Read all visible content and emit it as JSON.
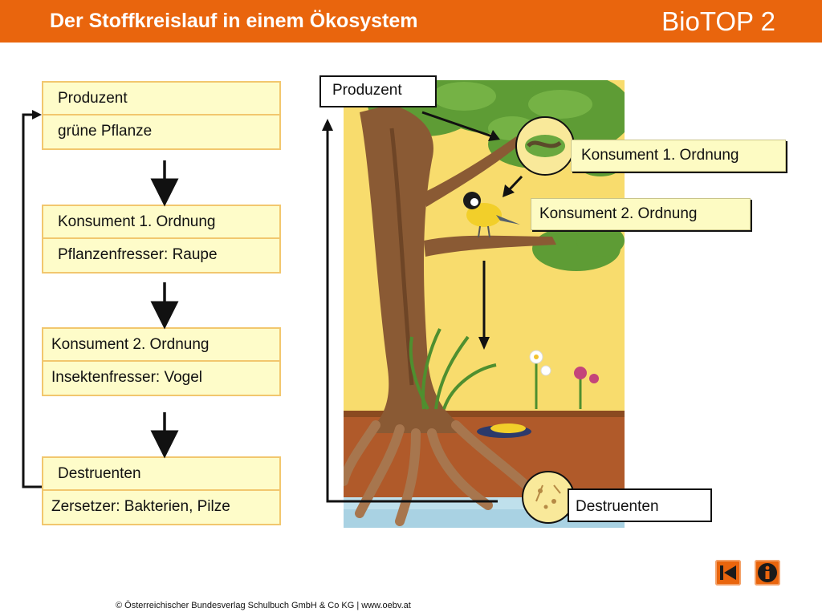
{
  "header": {
    "title": "Der Stoffkreislauf in einem Ökosystem",
    "brand": "BioTOP 2"
  },
  "flow": {
    "boxes": [
      {
        "top": "Produzent",
        "bottom": "grüne Pflanze"
      },
      {
        "top": "Konsument 1. Ordnung",
        "bottom": "Pflanzenfresser: Raupe"
      },
      {
        "top": "Konsument 2. Ordnung",
        "bottom": "Insektenfresser: Vogel"
      },
      {
        "top": "Destruenten",
        "bottom": "Zersetzer: Bakterien, Pilze"
      }
    ]
  },
  "scene": {
    "labels": {
      "producer": "Produzent",
      "consumer1": "Konsument 1. Ordnung",
      "consumer2": "Konsument 2. Ordnung",
      "decomposer": "Destruenten"
    }
  },
  "navigation": {
    "back_icon": "skip-back-icon",
    "info_icon": "info-icon"
  },
  "colors": {
    "accent": "#e9650d",
    "box_fill": "#fefcc9",
    "box_border": "#f2c76e",
    "sky": "#f7d85a",
    "water": "#bfe0ec"
  },
  "footer": {
    "copyright": "© Österreichischer Bundesverlag Schulbuch GmbH & Co KG | www.oebv.at"
  }
}
